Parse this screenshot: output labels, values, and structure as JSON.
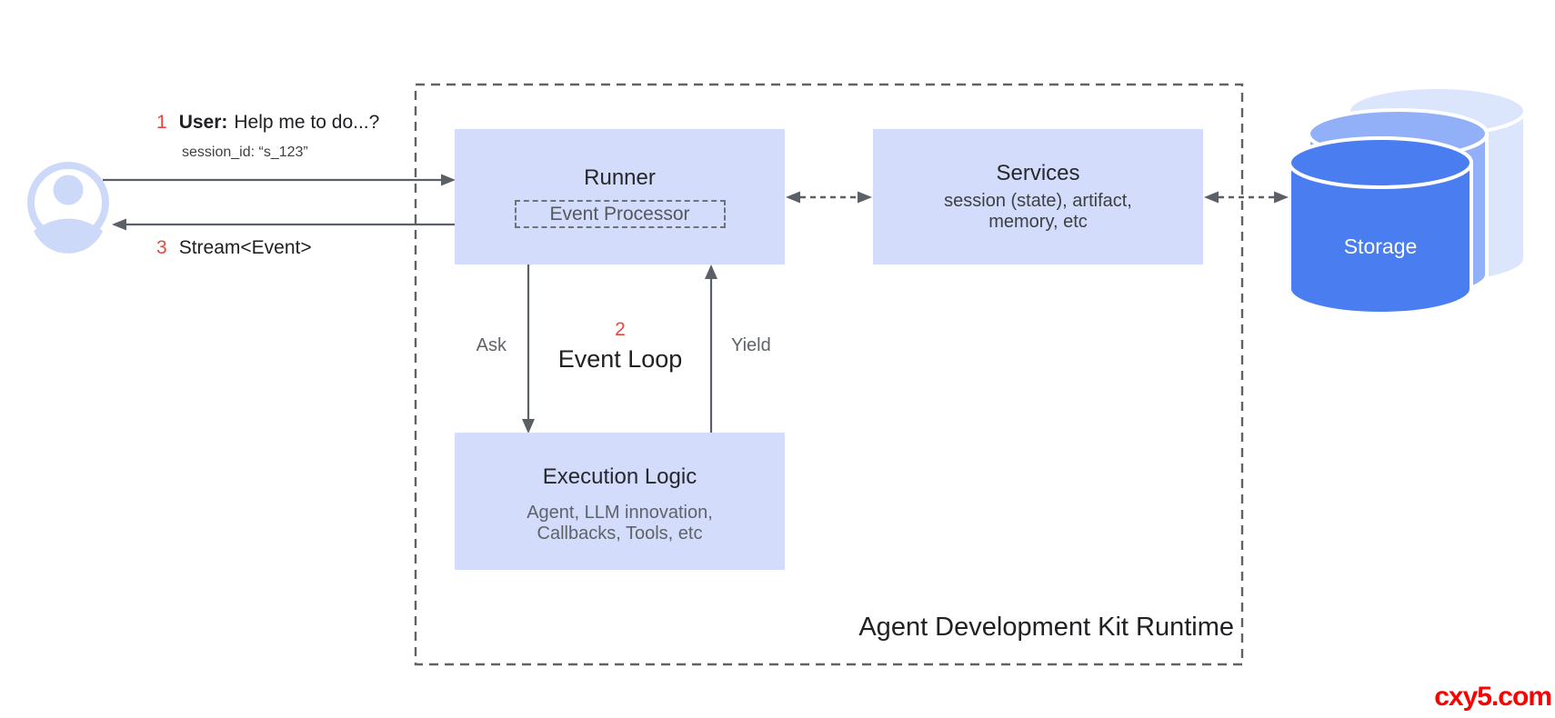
{
  "diagram": {
    "title": "Agent Development Kit Runtime",
    "user_interaction": {
      "step1": {
        "number": "1",
        "speaker": "User:",
        "message": "Help me to do...?",
        "session": "session_id: “s_123”"
      },
      "step3": {
        "number": "3",
        "message": "Stream<Event>"
      }
    },
    "boxes": {
      "runner": {
        "title": "Runner",
        "event_processor_label": "Event Processor"
      },
      "services": {
        "title": "Services",
        "subtitle_line1": "session (state), artifact,",
        "subtitle_line2": "memory, etc"
      },
      "execution_logic": {
        "title": "Execution Logic",
        "subtitle_line1": "Agent, LLM innovation,",
        "subtitle_line2": "Callbacks, Tools, etc"
      }
    },
    "event_loop": {
      "number": "2",
      "label": "Event Loop",
      "ask": "Ask",
      "yield": "Yield"
    },
    "storage": {
      "label": "Storage"
    },
    "colors": {
      "box_fill": "#d3ddfb",
      "accent_red": "#e5483a",
      "line_gray": "#5f6368",
      "avatar_blue": "#ccd9f8",
      "storage_front": "#4a7df0",
      "storage_middle": "#92b0f7",
      "storage_back": "#dbe5fc"
    }
  },
  "watermark": "cxy5.com"
}
